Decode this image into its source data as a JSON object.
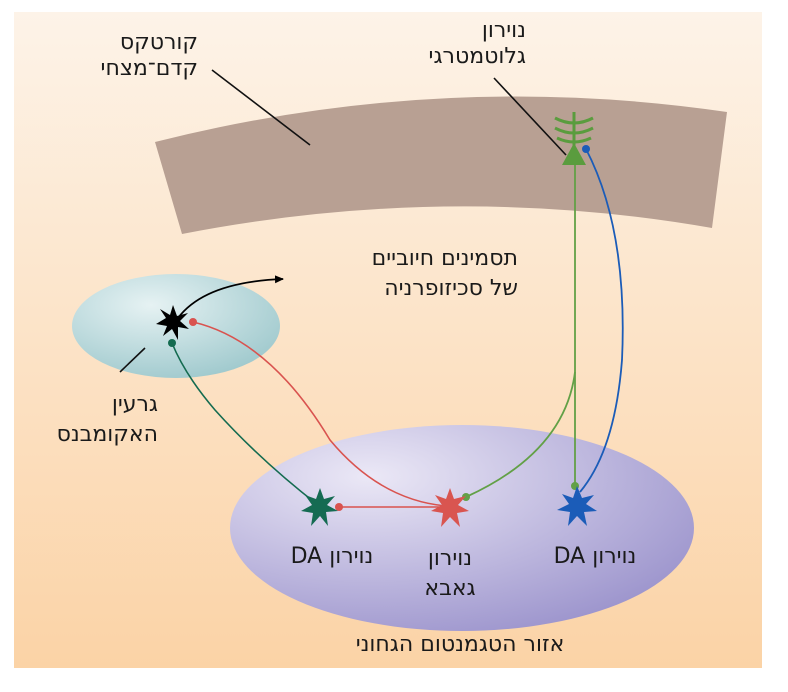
{
  "labels": {
    "cortex": [
      "קורטקס",
      "קדם־מצחי"
    ],
    "glutamatergic": [
      "נוירון",
      "גלוטמטרגי"
    ],
    "positive_symptoms": [
      "תסמינים חיוביים",
      "של סכיזופרניה"
    ],
    "accumbens": [
      "גרעין",
      "האקומבנס"
    ],
    "da_left": "נוירון DA",
    "gaba": [
      "נוירון",
      "גאבא"
    ],
    "da_right": "נוירון DA",
    "vta": "אזור הטגמנטום הגחוני"
  },
  "colors": {
    "background_top": "#fdf0e2",
    "background_bottom": "#fbd4a8",
    "cortex_band": "#b9a092",
    "accumbens_fill": "#a9cfd3",
    "vta_fill": "#a9a2d6",
    "glutamate_green": "#5ea045",
    "gaba_red": "#d9534f",
    "da_dark_green": "#136a50",
    "da_blue": "#1b5cb8",
    "accumbens_neuron": "#000000"
  }
}
